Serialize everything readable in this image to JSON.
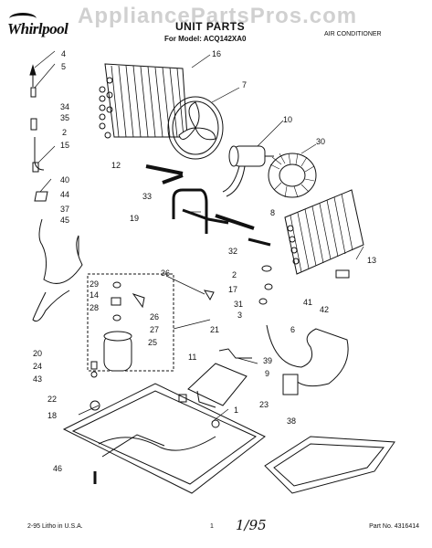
{
  "watermark": "AppliancePartsPros.com",
  "header": {
    "brand": "Whirlpool",
    "title": "UNIT PARTS",
    "model": "For Model: ACQ142XA0",
    "section": "AIR CONDITIONER"
  },
  "callouts": [
    "4",
    "5",
    "16",
    "7",
    "34",
    "35",
    "2",
    "15",
    "10",
    "30",
    "12",
    "40",
    "44",
    "37",
    "45",
    "33",
    "19",
    "8",
    "32",
    "2",
    "17",
    "31",
    "3",
    "36",
    "29",
    "14",
    "28",
    "26",
    "27",
    "25",
    "21",
    "20",
    "24",
    "43",
    "11",
    "39",
    "9",
    "6",
    "23",
    "22",
    "18",
    "1",
    "38",
    "46",
    "13",
    "41",
    "42"
  ],
  "footer": {
    "left": "2-95 Litho in U.S.A.",
    "page": "1",
    "handwritten": "1/95",
    "part_no": "Part No. 4316414"
  }
}
